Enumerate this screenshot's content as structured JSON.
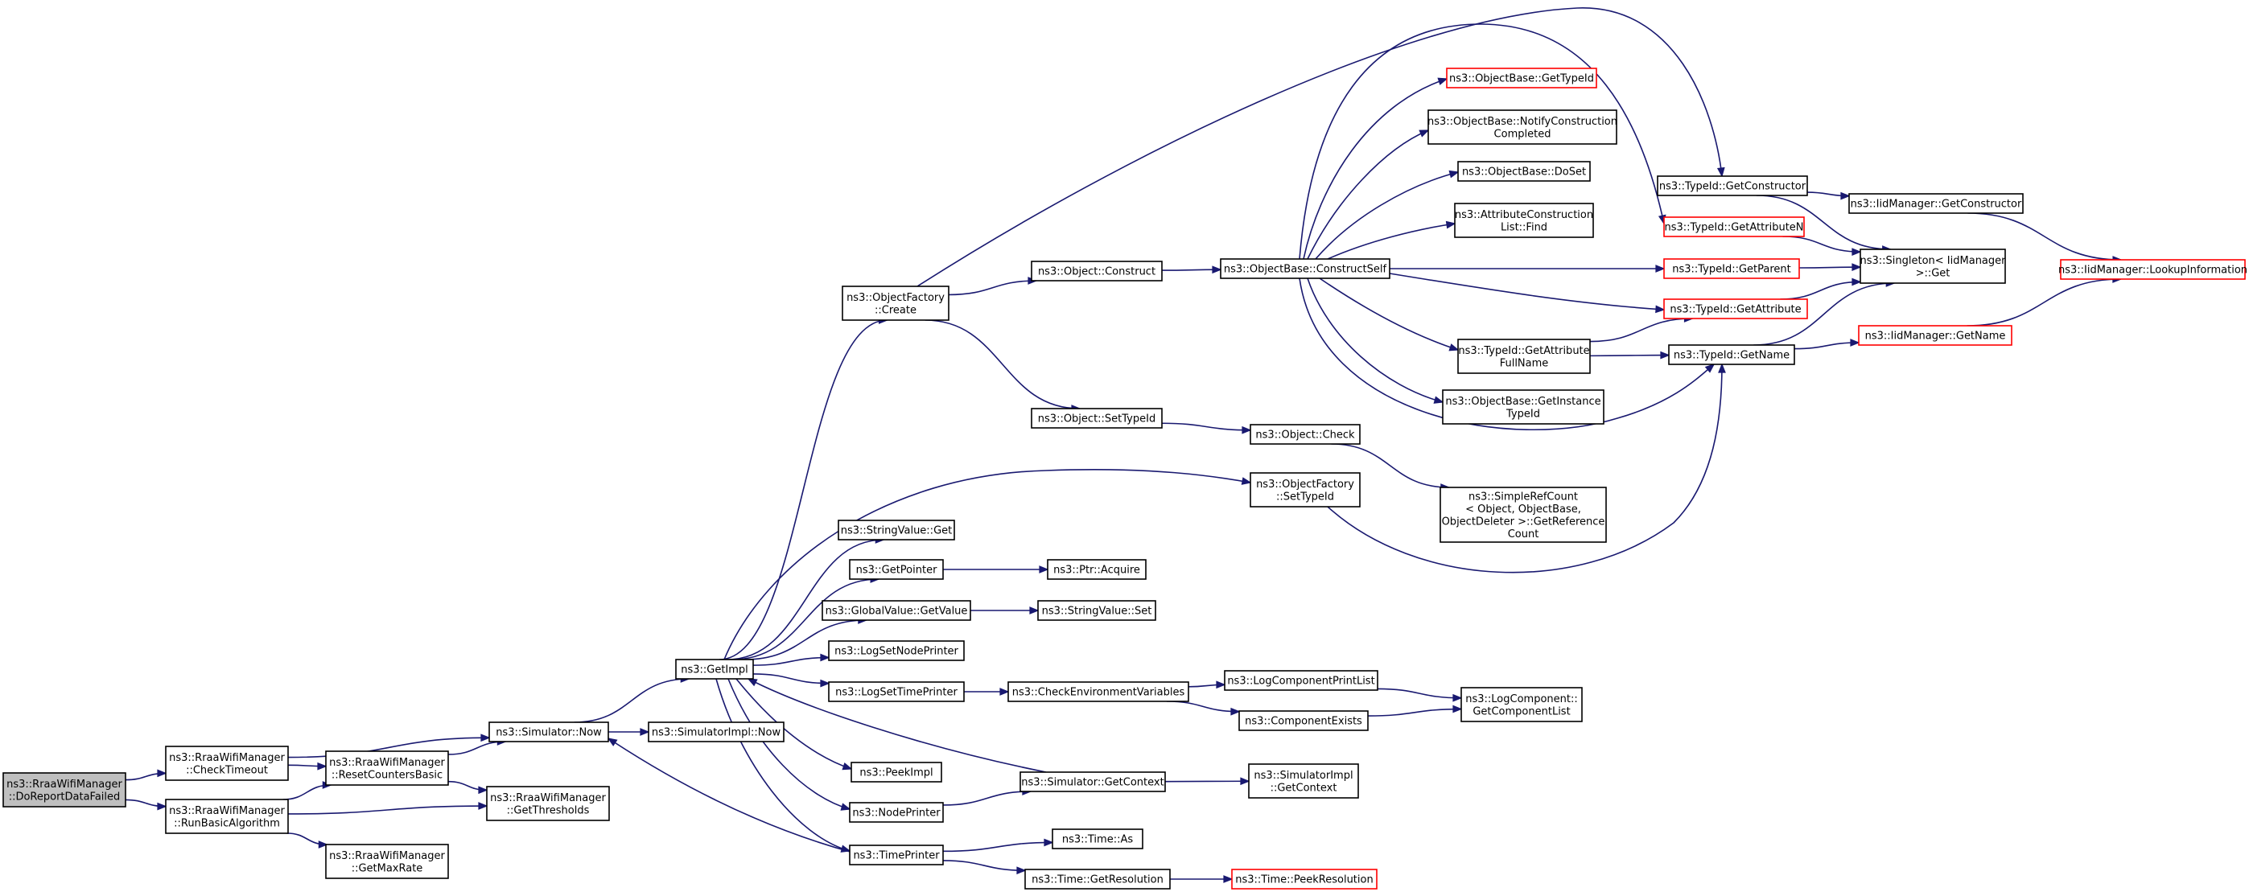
{
  "diagram": {
    "colors": {
      "edge": "#191970",
      "node_border": "#000000",
      "truncated_border": "#ff0000",
      "root_fill": "#bfbfbf",
      "node_fill": "#ffffff"
    },
    "nodes": [
      {
        "id": "n_doreport",
        "lines": [
          "ns3::RraaWifiManager",
          "::DoReportDataFailed"
        ],
        "style": "root"
      },
      {
        "id": "n_checktimeout",
        "lines": [
          "ns3::RraaWifiManager",
          "::CheckTimeout"
        ],
        "style": "normal"
      },
      {
        "id": "n_runbasic",
        "lines": [
          "ns3::RraaWifiManager",
          "::RunBasicAlgorithm"
        ],
        "style": "normal"
      },
      {
        "id": "n_resetcounters",
        "lines": [
          "ns3::RraaWifiManager",
          "::ResetCountersBasic"
        ],
        "style": "normal"
      },
      {
        "id": "n_getthresholds",
        "lines": [
          "ns3::RraaWifiManager",
          "::GetThresholds"
        ],
        "style": "normal"
      },
      {
        "id": "n_getmaxrate",
        "lines": [
          "ns3::RraaWifiManager",
          "::GetMaxRate"
        ],
        "style": "normal"
      },
      {
        "id": "n_simnow",
        "lines": [
          "ns3::Simulator::Now"
        ],
        "style": "normal"
      },
      {
        "id": "n_simimplnow",
        "lines": [
          "ns3::SimulatorImpl::Now"
        ],
        "style": "normal"
      },
      {
        "id": "n_getimpl",
        "lines": [
          "ns3::GetImpl"
        ],
        "style": "normal"
      },
      {
        "id": "n_objfactcreate",
        "lines": [
          "ns3::ObjectFactory",
          "::Create"
        ],
        "style": "normal"
      },
      {
        "id": "n_objconstruct",
        "lines": [
          "ns3::Object::Construct"
        ],
        "style": "normal"
      },
      {
        "id": "n_objsettypeid",
        "lines": [
          "ns3::Object::SetTypeId"
        ],
        "style": "normal"
      },
      {
        "id": "n_objcheck",
        "lines": [
          "ns3::Object::Check"
        ],
        "style": "normal"
      },
      {
        "id": "n_objfactsettypeid",
        "lines": [
          "ns3::ObjectFactory",
          "::SetTypeId"
        ],
        "style": "normal"
      },
      {
        "id": "n_constructself",
        "lines": [
          "ns3::ObjectBase::ConstructSelf"
        ],
        "style": "normal"
      },
      {
        "id": "n_obgettypeid",
        "lines": [
          "ns3::ObjectBase::GetTypeId"
        ],
        "style": "truncated"
      },
      {
        "id": "n_notifyconstr",
        "lines": [
          "ns3::ObjectBase::NotifyConstruction",
          "Completed"
        ],
        "style": "normal"
      },
      {
        "id": "n_doset",
        "lines": [
          "ns3::ObjectBase::DoSet"
        ],
        "style": "normal"
      },
      {
        "id": "n_attrconstr",
        "lines": [
          "ns3::AttributeConstruction",
          "List::Find"
        ],
        "style": "normal"
      },
      {
        "id": "n_gettypeidattrfull",
        "lines": [
          "ns3::TypeId::GetAttribute",
          "FullName"
        ],
        "style": "normal"
      },
      {
        "id": "n_getinstancetypeid",
        "lines": [
          "ns3::ObjectBase::GetInstance",
          "TypeId"
        ],
        "style": "normal"
      },
      {
        "id": "n_simplerefcount",
        "lines": [
          "ns3::SimpleRefCount",
          "< Object, ObjectBase,",
          "ObjectDeleter >::GetReference",
          "Count"
        ],
        "style": "normal"
      },
      {
        "id": "n_tidgetconstructor",
        "lines": [
          "ns3::TypeId::GetConstructor"
        ],
        "style": "normal"
      },
      {
        "id": "n_tidgetattrn",
        "lines": [
          "ns3::TypeId::GetAttributeN"
        ],
        "style": "truncated"
      },
      {
        "id": "n_tidgetparent",
        "lines": [
          "ns3::TypeId::GetParent"
        ],
        "style": "truncated"
      },
      {
        "id": "n_tidgetattribute",
        "lines": [
          "ns3::TypeId::GetAttribute"
        ],
        "style": "truncated"
      },
      {
        "id": "n_tidgetname",
        "lines": [
          "ns3::TypeId::GetName"
        ],
        "style": "normal"
      },
      {
        "id": "n_singletonget",
        "lines": [
          "ns3::Singleton< IidManager",
          ">::Get"
        ],
        "style": "normal"
      },
      {
        "id": "n_iidgetconstructor",
        "lines": [
          "ns3::IidManager::GetConstructor"
        ],
        "style": "normal"
      },
      {
        "id": "n_iidgetname",
        "lines": [
          "ns3::IidManager::GetName"
        ],
        "style": "truncated"
      },
      {
        "id": "n_iidlookup",
        "lines": [
          "ns3::IidManager::LookupInformation"
        ],
        "style": "truncated"
      },
      {
        "id": "n_strvalget",
        "lines": [
          "ns3::StringValue::Get"
        ],
        "style": "normal"
      },
      {
        "id": "n_getpointer",
        "lines": [
          "ns3::GetPointer"
        ],
        "style": "normal"
      },
      {
        "id": "n_ptracquire",
        "lines": [
          "ns3::Ptr::Acquire"
        ],
        "style": "normal"
      },
      {
        "id": "n_globalgetvalue",
        "lines": [
          "ns3::GlobalValue::GetValue"
        ],
        "style": "normal"
      },
      {
        "id": "n_strvalset",
        "lines": [
          "ns3::StringValue::Set"
        ],
        "style": "normal"
      },
      {
        "id": "n_logsetnodeprinter",
        "lines": [
          "ns3::LogSetNodePrinter"
        ],
        "style": "normal"
      },
      {
        "id": "n_logsettimeprinter",
        "lines": [
          "ns3::LogSetTimePrinter"
        ],
        "style": "normal"
      },
      {
        "id": "n_checkenvvars",
        "lines": [
          "ns3::CheckEnvironmentVariables"
        ],
        "style": "normal"
      },
      {
        "id": "n_logcompprintlist",
        "lines": [
          "ns3::LogComponentPrintList"
        ],
        "style": "normal"
      },
      {
        "id": "n_componentexists",
        "lines": [
          "ns3::ComponentExists"
        ],
        "style": "normal"
      },
      {
        "id": "n_logcompgetlist",
        "lines": [
          "ns3::LogComponent::",
          "GetComponentList"
        ],
        "style": "normal"
      },
      {
        "id": "n_peekimpl",
        "lines": [
          "ns3::PeekImpl"
        ],
        "style": "normal"
      },
      {
        "id": "n_simgetcontext",
        "lines": [
          "ns3::Simulator::GetContext"
        ],
        "style": "normal"
      },
      {
        "id": "n_simimplgetcontext",
        "lines": [
          "ns3::SimulatorImpl",
          "::GetContext"
        ],
        "style": "normal"
      },
      {
        "id": "n_nodeprinter",
        "lines": [
          "ns3::NodePrinter"
        ],
        "style": "normal"
      },
      {
        "id": "n_timeprinter",
        "lines": [
          "ns3::TimePrinter"
        ],
        "style": "normal"
      },
      {
        "id": "n_timeas",
        "lines": [
          "ns3::Time::As"
        ],
        "style": "normal"
      },
      {
        "id": "n_timegetres",
        "lines": [
          "ns3::Time::GetResolution"
        ],
        "style": "normal"
      },
      {
        "id": "n_timepeekres",
        "lines": [
          "ns3::Time::PeekResolution"
        ],
        "style": "truncated"
      }
    ],
    "edges": [
      {
        "from": "n_doreport",
        "to": "n_checktimeout"
      },
      {
        "from": "n_doreport",
        "to": "n_runbasic"
      },
      {
        "from": "n_checktimeout",
        "to": "n_resetcounters"
      },
      {
        "from": "n_checktimeout",
        "to": "n_simnow"
      },
      {
        "from": "n_runbasic",
        "to": "n_resetcounters"
      },
      {
        "from": "n_runbasic",
        "to": "n_getthresholds"
      },
      {
        "from": "n_runbasic",
        "to": "n_getmaxrate"
      },
      {
        "from": "n_resetcounters",
        "to": "n_simnow"
      },
      {
        "from": "n_resetcounters",
        "to": "n_getthresholds"
      },
      {
        "from": "n_simnow",
        "to": "n_simimplnow"
      },
      {
        "from": "n_simnow",
        "to": "n_getimpl"
      },
      {
        "from": "n_timeprinter",
        "to": "n_simnow"
      },
      {
        "from": "n_getimpl",
        "to": "n_objfactcreate"
      },
      {
        "from": "n_getimpl",
        "to": "n_objfactsettypeid"
      },
      {
        "from": "n_getimpl",
        "to": "n_strvalget"
      },
      {
        "from": "n_getimpl",
        "to": "n_getpointer"
      },
      {
        "from": "n_getimpl",
        "to": "n_globalgetvalue"
      },
      {
        "from": "n_getimpl",
        "to": "n_logsetnodeprinter"
      },
      {
        "from": "n_getimpl",
        "to": "n_logsettimeprinter"
      },
      {
        "from": "n_getimpl",
        "to": "n_peekimpl"
      },
      {
        "from": "n_getimpl",
        "to": "n_nodeprinter"
      },
      {
        "from": "n_getimpl",
        "to": "n_timeprinter"
      },
      {
        "from": "n_simgetcontext",
        "to": "n_getimpl"
      },
      {
        "from": "n_objfactcreate",
        "to": "n_objconstruct"
      },
      {
        "from": "n_objfactcreate",
        "to": "n_objsettypeid"
      },
      {
        "from": "n_objfactcreate",
        "to": "n_tidgetconstructor"
      },
      {
        "from": "n_objconstruct",
        "to": "n_constructself"
      },
      {
        "from": "n_objsettypeid",
        "to": "n_objcheck"
      },
      {
        "from": "n_objcheck",
        "to": "n_simplerefcount"
      },
      {
        "from": "n_objfactsettypeid",
        "to": "n_tidgetname"
      },
      {
        "from": "n_constructself",
        "to": "n_obgettypeid"
      },
      {
        "from": "n_constructself",
        "to": "n_notifyconstr"
      },
      {
        "from": "n_constructself",
        "to": "n_doset"
      },
      {
        "from": "n_constructself",
        "to": "n_attrconstr"
      },
      {
        "from": "n_constructself",
        "to": "n_gettypeidattrfull"
      },
      {
        "from": "n_constructself",
        "to": "n_getinstancetypeid"
      },
      {
        "from": "n_constructself",
        "to": "n_tidgetattrn"
      },
      {
        "from": "n_constructself",
        "to": "n_tidgetparent"
      },
      {
        "from": "n_constructself",
        "to": "n_tidgetattribute"
      },
      {
        "from": "n_constructself",
        "to": "n_tidgetname"
      },
      {
        "from": "n_gettypeidattrfull",
        "to": "n_tidgetattribute"
      },
      {
        "from": "n_gettypeidattrfull",
        "to": "n_tidgetname"
      },
      {
        "from": "n_tidgetconstructor",
        "to": "n_iidgetconstructor"
      },
      {
        "from": "n_tidgetconstructor",
        "to": "n_singletonget"
      },
      {
        "from": "n_tidgetattrn",
        "to": "n_singletonget"
      },
      {
        "from": "n_tidgetparent",
        "to": "n_singletonget"
      },
      {
        "from": "n_tidgetattribute",
        "to": "n_singletonget"
      },
      {
        "from": "n_tidgetname",
        "to": "n_singletonget"
      },
      {
        "from": "n_tidgetname",
        "to": "n_iidgetname"
      },
      {
        "from": "n_iidgetconstructor",
        "to": "n_iidlookup"
      },
      {
        "from": "n_iidgetname",
        "to": "n_iidlookup"
      },
      {
        "from": "n_getpointer",
        "to": "n_ptracquire"
      },
      {
        "from": "n_globalgetvalue",
        "to": "n_strvalset"
      },
      {
        "from": "n_logsettimeprinter",
        "to": "n_checkenvvars"
      },
      {
        "from": "n_checkenvvars",
        "to": "n_logcompprintlist"
      },
      {
        "from": "n_checkenvvars",
        "to": "n_componentexists"
      },
      {
        "from": "n_logcompprintlist",
        "to": "n_logcompgetlist"
      },
      {
        "from": "n_componentexists",
        "to": "n_logcompgetlist"
      },
      {
        "from": "n_nodeprinter",
        "to": "n_simgetcontext"
      },
      {
        "from": "n_simgetcontext",
        "to": "n_simimplgetcontext"
      },
      {
        "from": "n_timeprinter",
        "to": "n_timeas"
      },
      {
        "from": "n_timeprinter",
        "to": "n_timegetres"
      },
      {
        "from": "n_timegetres",
        "to": "n_timepeekres"
      }
    ]
  }
}
